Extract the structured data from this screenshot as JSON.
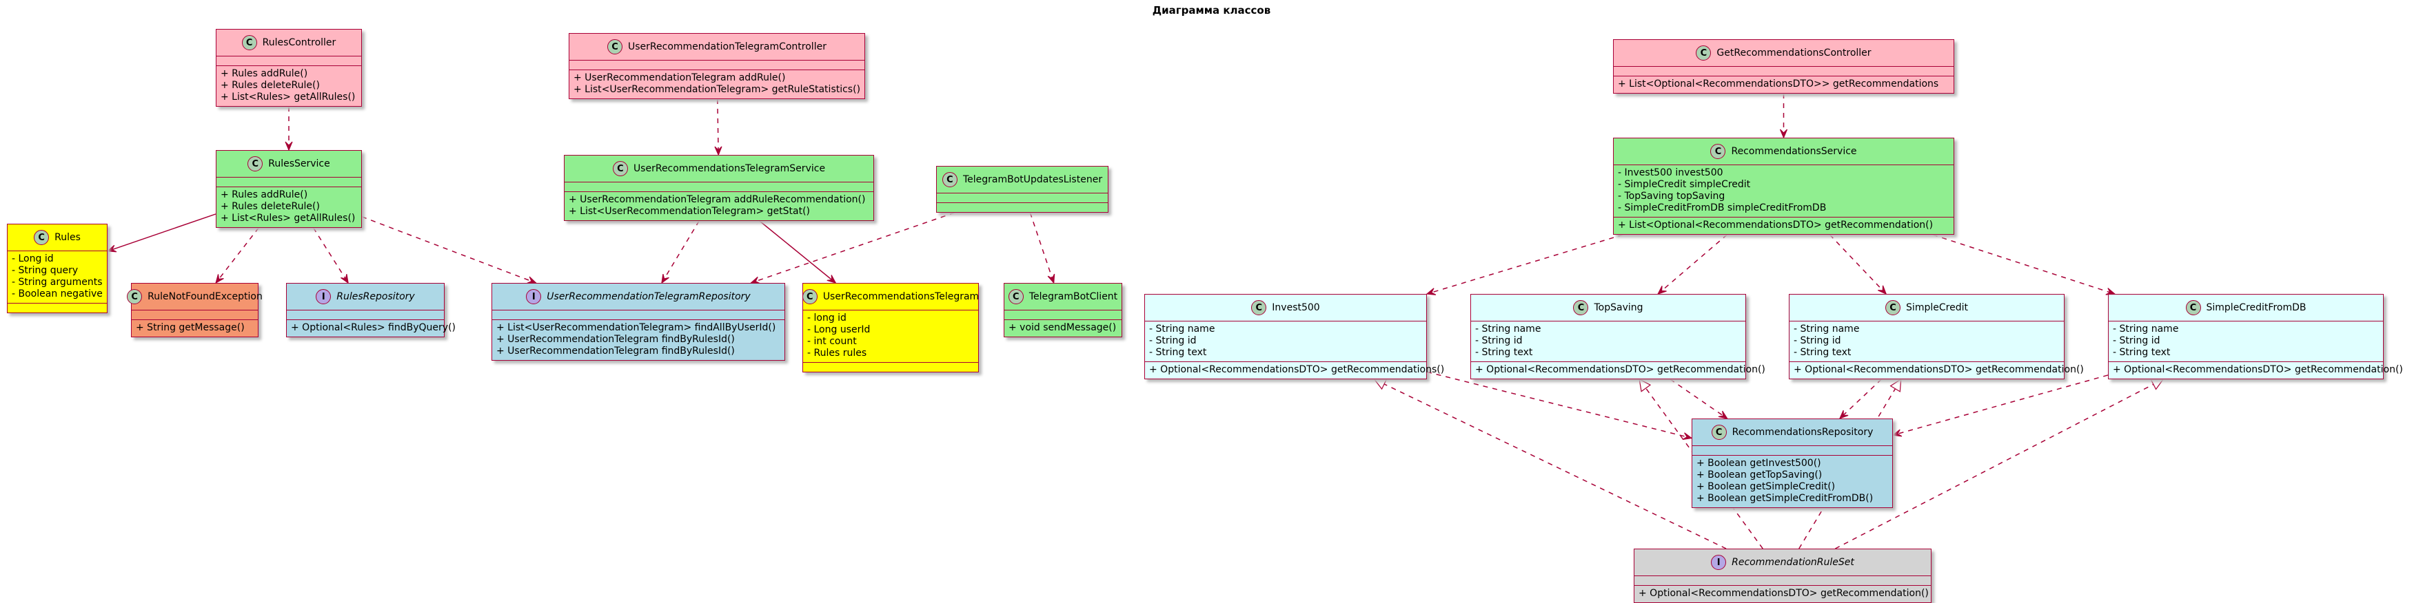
{
  "title": "Диаграмма классов",
  "colors": {
    "pink": "#ffb6c1",
    "green": "#90ee90",
    "yellow": "#ffff00",
    "salmon": "#f4956f",
    "blue": "#add8e6",
    "lightcyan": "#e0ffff",
    "gray": "#d3d3d3",
    "border": "#a80036"
  },
  "classes": {
    "rulesController": {
      "name": "RulesController",
      "kind": "C",
      "fields": [],
      "methods": [
        "+ Rules addRule()",
        "+ Rules deleteRule()",
        "+ List<Rules> getAllRules()"
      ]
    },
    "userRecTgController": {
      "name": "UserRecommendationTelegramController",
      "kind": "C",
      "fields": [],
      "methods": [
        "+ UserRecommendationTelegram addRule()",
        "+ List<UserRecommendationTelegram> getRuleStatistics()"
      ]
    },
    "getRecController": {
      "name": "GetRecommendationsController",
      "kind": "C",
      "fields": [],
      "methods": [
        "+ List<Optional<RecommendationsDTO>> getRecommendations"
      ]
    },
    "rulesService": {
      "name": "RulesService",
      "kind": "C",
      "fields": [],
      "methods": [
        "+ Rules addRule()",
        "+ Rules deleteRule()",
        "+ List<Rules> getAllRules()"
      ]
    },
    "userRecTgService": {
      "name": "UserRecommendationsTelegramService",
      "kind": "C",
      "fields": [],
      "methods": [
        "+ UserRecommendationTelegram addRuleRecommendation()",
        "+ List<UserRecommendationTelegram> getStat()"
      ]
    },
    "tgListener": {
      "name": "TelegramBotUpdatesListener",
      "kind": "C",
      "fields": [],
      "methods": []
    },
    "recService": {
      "name": "RecommendationsService",
      "kind": "C",
      "fields": [
        "- Invest500 invest500",
        "- SimpleCredit simpleCredit",
        "- TopSaving topSaving",
        "- SimpleCreditFromDB simpleCreditFromDB"
      ],
      "methods": [
        "+ List<Optional<RecommendationsDTO> getRecommendation()"
      ]
    },
    "rules": {
      "name": "Rules",
      "kind": "C",
      "fields": [
        "- Long id",
        "- String query",
        "- String arguments",
        "- Boolean negative"
      ],
      "methods": []
    },
    "ruleNotFound": {
      "name": "RuleNotFoundException",
      "kind": "C",
      "fields": [],
      "methods": [
        "+ String getMessage()"
      ]
    },
    "rulesRepo": {
      "name": "RulesRepository",
      "kind": "I",
      "fields": [],
      "methods": [
        "+ Optional<Rules> findByQuery()"
      ]
    },
    "userRecTgRepo": {
      "name": "UserRecommendationTelegramRepository",
      "kind": "I",
      "fields": [],
      "methods": [
        "+ List<UserRecommendationTelegram> findAllByUserId()",
        "+ UserRecommendationTelegram findByRulesId()",
        "+ UserRecommendationTelegram findByRulesId()"
      ]
    },
    "userRecTg": {
      "name": "UserRecommendationsTelegram",
      "kind": "C",
      "fields": [
        "- long id",
        "- Long userId",
        "- int count",
        "- Rules rules"
      ],
      "methods": []
    },
    "tgClient": {
      "name": "TelegramBotClient",
      "kind": "C",
      "fields": [],
      "methods": [
        "+ void sendMessage()"
      ]
    },
    "invest500": {
      "name": "Invest500",
      "kind": "C",
      "fields": [
        "- String name",
        "- String id",
        "- String text"
      ],
      "methods": [
        "+ Optional<RecommendationsDTO> getRecommendations()"
      ]
    },
    "topSaving": {
      "name": "TopSaving",
      "kind": "C",
      "fields": [
        "- String name",
        "- String id",
        "- String text"
      ],
      "methods": [
        "+ Optional<RecommendationsDTO> getRecommendation()"
      ]
    },
    "simpleCredit": {
      "name": "SimpleCredit",
      "kind": "C",
      "fields": [
        "- String name",
        "- String id",
        "- String text"
      ],
      "methods": [
        "+ Optional<RecommendationsDTO> getRecommendation()"
      ]
    },
    "simpleCreditFromDB": {
      "name": "SimpleCreditFromDB",
      "kind": "C",
      "fields": [
        "- String name",
        "- String id",
        "- String text"
      ],
      "methods": [
        "+ Optional<RecommendationsDTO> getRecommendation()"
      ]
    },
    "recRepo": {
      "name": "RecommendationsRepository",
      "kind": "C",
      "fields": [],
      "methods": [
        "+ Boolean getInvest500()",
        "+ Boolean getTopSaving()",
        "+ Boolean getSimpleCredit()",
        "+ Boolean getSimpleCreditFromDB()"
      ]
    },
    "recRuleSet": {
      "name": "RecommendationRuleSet",
      "kind": "I",
      "fields": [],
      "methods": [
        "+ Optional<RecommendationsDTO> getRecommendation()"
      ]
    }
  },
  "edges": [
    {
      "from": "rulesController",
      "to": "rulesService",
      "type": "dependency"
    },
    {
      "from": "userRecTgController",
      "to": "userRecTgService",
      "type": "dependency"
    },
    {
      "from": "getRecController",
      "to": "recService",
      "type": "dependency"
    },
    {
      "from": "rulesService",
      "to": "rules",
      "type": "association"
    },
    {
      "from": "rulesService",
      "to": "ruleNotFound",
      "type": "dependency"
    },
    {
      "from": "rulesService",
      "to": "rulesRepo",
      "type": "dependency"
    },
    {
      "from": "rulesService",
      "to": "userRecTgRepo",
      "type": "dependency"
    },
    {
      "from": "userRecTgService",
      "to": "userRecTgRepo",
      "type": "dependency"
    },
    {
      "from": "userRecTgService",
      "to": "userRecTg",
      "type": "association"
    },
    {
      "from": "tgListener",
      "to": "userRecTgRepo",
      "type": "dependency"
    },
    {
      "from": "tgListener",
      "to": "tgClient",
      "type": "dependency"
    },
    {
      "from": "recService",
      "to": "invest500",
      "type": "dependency"
    },
    {
      "from": "recService",
      "to": "topSaving",
      "type": "dependency"
    },
    {
      "from": "recService",
      "to": "simpleCredit",
      "type": "dependency"
    },
    {
      "from": "recService",
      "to": "simpleCreditFromDB",
      "type": "dependency"
    },
    {
      "from": "invest500",
      "to": "recRepo",
      "type": "dependency"
    },
    {
      "from": "topSaving",
      "to": "recRepo",
      "type": "dependency"
    },
    {
      "from": "simpleCredit",
      "to": "recRepo",
      "type": "dependency"
    },
    {
      "from": "simpleCreditFromDB",
      "to": "recRepo",
      "type": "dependency"
    },
    {
      "from": "recRuleSet",
      "to": "invest500",
      "type": "realization"
    },
    {
      "from": "recRuleSet",
      "to": "topSaving",
      "type": "realization"
    },
    {
      "from": "recRuleSet",
      "to": "simpleCredit",
      "type": "realization"
    },
    {
      "from": "recRuleSet",
      "to": "simpleCreditFromDB",
      "type": "realization"
    }
  ]
}
